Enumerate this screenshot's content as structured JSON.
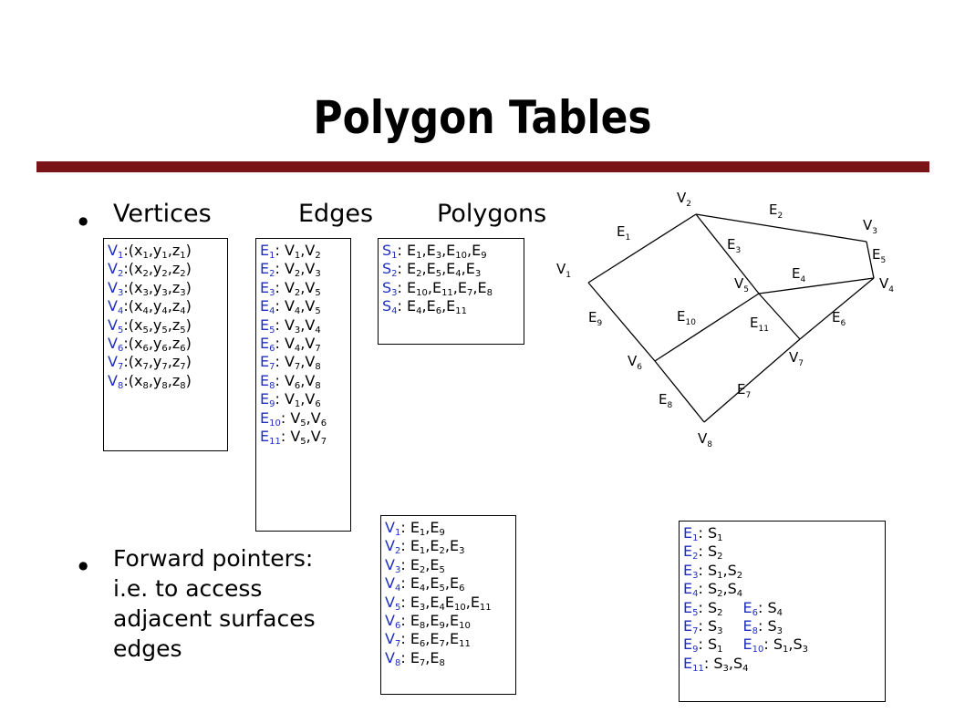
{
  "title": "Polygon Tables",
  "headings": {
    "vertices": "Vertices",
    "edges": "Edges",
    "polygons": "Polygons"
  },
  "forward_pointers": [
    "Forward pointers:",
    "i.e. to access",
    "adjacent surfaces",
    "edges"
  ],
  "vertex_table": [
    {
      "key": "V1",
      "value": ":(x1,y1,z1)"
    },
    {
      "key": "V2",
      "value": ":(x2,y2,z2)"
    },
    {
      "key": "V3",
      "value": ":(x3,y3,z3)"
    },
    {
      "key": "V4",
      "value": ":(x4,y4,z4)"
    },
    {
      "key": "V5",
      "value": ":(x5,y5,z5)"
    },
    {
      "key": "V6",
      "value": ":(x6,y6,z6)"
    },
    {
      "key": "V7",
      "value": ":(x7,y7,z7)"
    },
    {
      "key": "V8",
      "value": ":(x8,y8,z8)"
    }
  ],
  "edge_table": [
    {
      "key": "E1",
      "value": ": V1,V2"
    },
    {
      "key": "E2",
      "value": ": V2,V3"
    },
    {
      "key": "E3",
      "value": ": V2,V5"
    },
    {
      "key": "E4",
      "value": ": V4,V5"
    },
    {
      "key": "E5",
      "value": ": V3,V4"
    },
    {
      "key": "E6",
      "value": ": V4,V7"
    },
    {
      "key": "E7",
      "value": ": V7,V8"
    },
    {
      "key": "E8",
      "value": ": V6,V8"
    },
    {
      "key": "E9",
      "value": ": V1,V6"
    },
    {
      "key": "E10",
      "value": ": V5,V6"
    },
    {
      "key": "E11",
      "value": ": V5,V7"
    }
  ],
  "polygon_table": [
    {
      "key": "S1",
      "value": ": E1,E3,E10,E9"
    },
    {
      "key": "S2",
      "value": ": E2,E5,E4,E3"
    },
    {
      "key": "S3",
      "value": ": E10,E11,E7,E8"
    },
    {
      "key": "S4",
      "value": ": E4,E6,E11"
    }
  ],
  "vertex_edge_table": [
    {
      "key": "V1",
      "value": ": E1,E9"
    },
    {
      "key": "V2",
      "value": ": E1,E2,E3"
    },
    {
      "key": "V3",
      "value": ": E2,E5"
    },
    {
      "key": "V4",
      "value": ": E4,E5,E6"
    },
    {
      "key": "V5",
      "value": ": E3,E4E10,E11"
    },
    {
      "key": "V6",
      "value": ": E8,E9,E10"
    },
    {
      "key": "V7",
      "value": ": E6,E7,E11"
    },
    {
      "key": "V8",
      "value": ": E7,E8"
    }
  ],
  "edge_surface_table": [
    [
      {
        "key": "E1",
        "value": ": S1"
      }
    ],
    [
      {
        "key": "E2",
        "value": ": S2"
      }
    ],
    [
      {
        "key": "E3",
        "value": ": S1,S2"
      }
    ],
    [
      {
        "key": "E4",
        "value": ": S2,S4"
      }
    ],
    [
      {
        "key": "E5",
        "value": ": S2"
      },
      {
        "key": "E6",
        "value": ": S4"
      }
    ],
    [
      {
        "key": "E7",
        "value": ": S3"
      },
      {
        "key": "E8",
        "value": ": S3"
      }
    ],
    [
      {
        "key": "E9",
        "value": ": S1"
      },
      {
        "key": "E10",
        "value": ": S1,S3"
      }
    ],
    [
      {
        "key": "E11",
        "value": ": S3,S4"
      }
    ]
  ],
  "diagram": {
    "vertices": [
      {
        "id": "V1",
        "label": "V1"
      },
      {
        "id": "V2",
        "label": "V2"
      },
      {
        "id": "V3",
        "label": "V3"
      },
      {
        "id": "V4",
        "label": "V4"
      },
      {
        "id": "V5",
        "label": "V5"
      },
      {
        "id": "V6",
        "label": "V6"
      },
      {
        "id": "V7",
        "label": "V7"
      },
      {
        "id": "V8",
        "label": "V8"
      }
    ],
    "edges": [
      {
        "label": "E1",
        "from": "V1",
        "to": "V2"
      },
      {
        "label": "E2",
        "from": "V2",
        "to": "V3"
      },
      {
        "label": "E3",
        "from": "V2",
        "to": "V5"
      },
      {
        "label": "E4",
        "from": "V4",
        "to": "V5"
      },
      {
        "label": "E5",
        "from": "V3",
        "to": "V4"
      },
      {
        "label": "E6",
        "from": "V4",
        "to": "V7"
      },
      {
        "label": "E7",
        "from": "V7",
        "to": "V8"
      },
      {
        "label": "E8",
        "from": "V6",
        "to": "V8"
      },
      {
        "label": "E9",
        "from": "V1",
        "to": "V6"
      },
      {
        "label": "E10",
        "from": "V5",
        "to": "V6"
      },
      {
        "label": "E11",
        "from": "V5",
        "to": "V7"
      }
    ]
  },
  "colors": {
    "rule": "#7b1416",
    "key_text": "#1f2fbf"
  }
}
